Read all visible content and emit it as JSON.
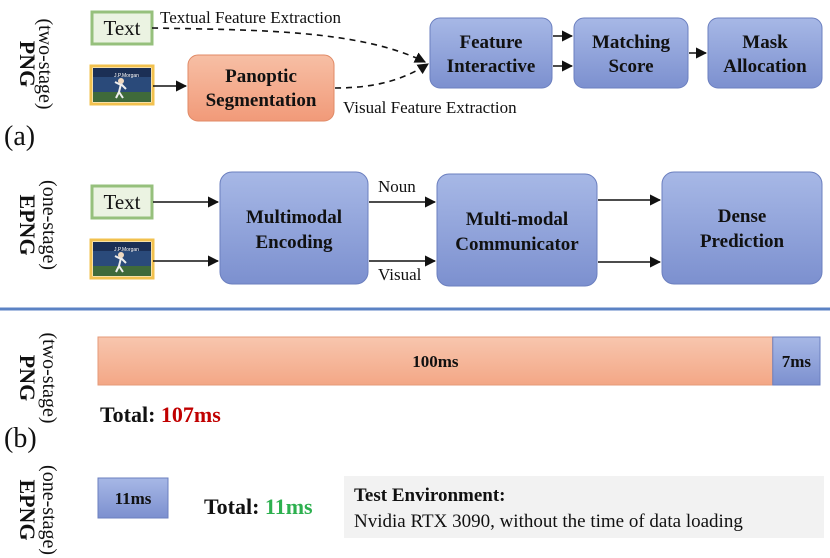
{
  "part_a": {
    "label": "(a)",
    "png": {
      "name": "PNG",
      "stage": "(two-stage)",
      "text_input": "Text",
      "textual_label": "Textual Feature Extraction",
      "visual_label": "Visual Feature Extraction",
      "panoptic": [
        "Panoptic",
        "Segmentation"
      ],
      "feature_interactive": [
        "Feature",
        "Interactive"
      ],
      "matching_score": [
        "Matching",
        "Score"
      ],
      "mask_allocation": [
        "Mask",
        "Allocation"
      ],
      "image_caption": "J.P.Morgan"
    },
    "epng": {
      "name": "EPNG",
      "stage": "(one-stage)",
      "text_input": "Text",
      "multimodal_encoding": [
        "Multimodal",
        "Encoding"
      ],
      "communicator": [
        "Multi-modal",
        "Communicator"
      ],
      "dense_prediction": [
        "Dense",
        "Prediction"
      ],
      "noun_label": "Noun",
      "visual_label": "Visual",
      "image_caption": "J.P.Morgan"
    }
  },
  "part_b": {
    "label": "(b)",
    "png": {
      "name": "PNG",
      "stage": "(two-stage)",
      "segments": [
        {
          "label": "100ms",
          "ms": 100
        },
        {
          "label": "7ms",
          "ms": 7
        }
      ],
      "total_prefix": "Total: ",
      "total_value": "107ms"
    },
    "epng": {
      "name": "EPNG",
      "stage": "(one-stage)",
      "bar_label": "11ms",
      "total_prefix": "Total: ",
      "total_value": "11ms"
    },
    "env": {
      "title": "Test Environment:",
      "text": "Nvidia RTX 3090, without the time of data loading"
    }
  },
  "colors": {
    "blue_box": "#8C9FD6",
    "orange_box": "#F4A98A",
    "text_box_fill": "#EBF3E2",
    "text_box_border": "#96C07C",
    "image_border": "#F2C14E",
    "divider": "#5B82C4",
    "red": "#C00000",
    "green": "#2DB04F",
    "env_bg": "#F2F2F2"
  }
}
